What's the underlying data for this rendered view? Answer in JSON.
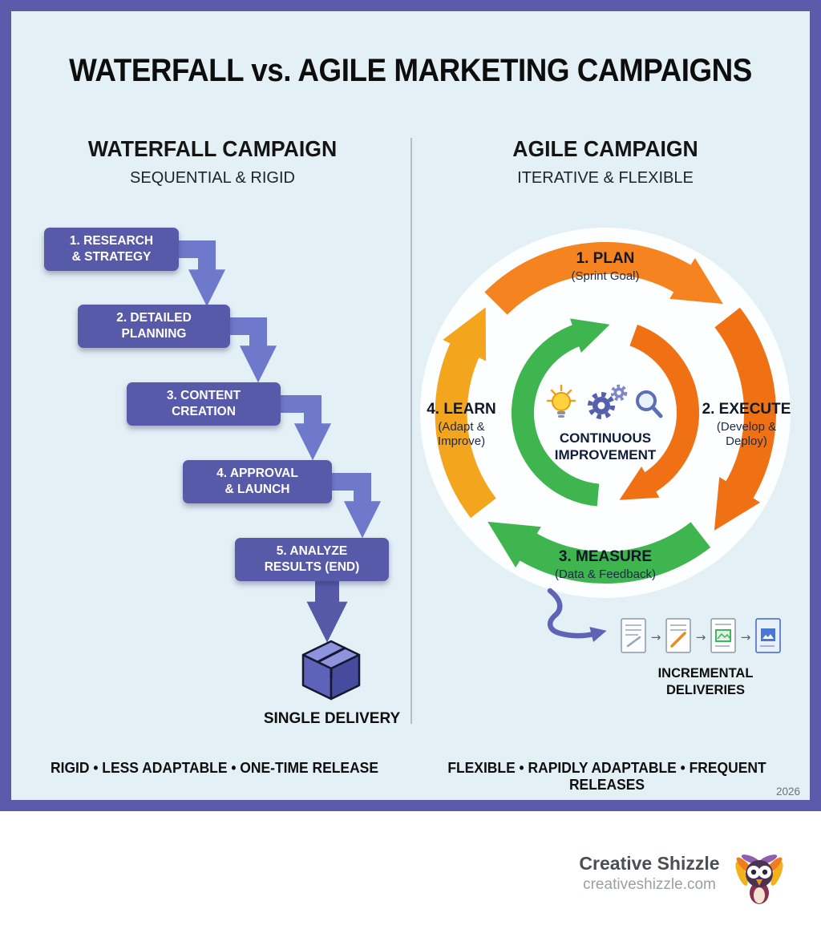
{
  "title": "WATERFALL vs. AGILE MARKETING CAMPAIGNS",
  "waterfall": {
    "heading": "WATERFALL CAMPAIGN",
    "subheading": "SEQUENTIAL & RIGID",
    "steps": [
      "1. RESEARCH\n& STRATEGY",
      "2. DETAILED\nPLANNING",
      "3. CONTENT\nCREATION",
      "4. APPROVAL\n& LAUNCH",
      "5. ANALYZE\nRESULTS (END)"
    ],
    "delivery_label": "SINGLE DELIVERY",
    "summary": "RIGID • LESS ADAPTABLE • ONE-TIME RELEASE"
  },
  "agile": {
    "heading": "AGILE CAMPAIGN",
    "subheading": "ITERATIVE & FLEXIBLE",
    "cycle": [
      {
        "label": "1. PLAN",
        "sub": "(Sprint Goal)"
      },
      {
        "label": "2. EXECUTE",
        "sub": "(Develop & Deploy)"
      },
      {
        "label": "3. MEASURE",
        "sub": "(Data & Feedback)"
      },
      {
        "label": "4. LEARN",
        "sub": "(Adapt & Improve)"
      }
    ],
    "center_label": "CONTINUOUS\nIMPROVEMENT",
    "deliveries_label": "INCREMENTAL\nDELIVERIES",
    "summary": "FLEXIBLE • RAPIDLY ADAPTABLE • FREQUENT RELEASES"
  },
  "year": "2026",
  "branding": {
    "name": "Creative Shizzle",
    "site": "creativeshizzle.com"
  },
  "icons": {
    "center": [
      "lightbulb-icon",
      "gears-icon",
      "magnifier-icon"
    ],
    "delivery": "package-box-icon",
    "deliveries_docs": [
      "document-draft-icon",
      "document-edit-icon",
      "document-image-icon",
      "document-final-icon"
    ],
    "logo": "owl-logo-icon"
  },
  "colors": {
    "frame": "#5c5bab",
    "panel": "#e3f0f6",
    "waterfall_box": "#575aa8",
    "waterfall_arrow": "#6e79cc",
    "orange": "#f5831f",
    "deep_orange": "#ef7113",
    "green": "#3eb54e",
    "yellow": "#f3a51d",
    "squiggle": "#5f63b8"
  }
}
